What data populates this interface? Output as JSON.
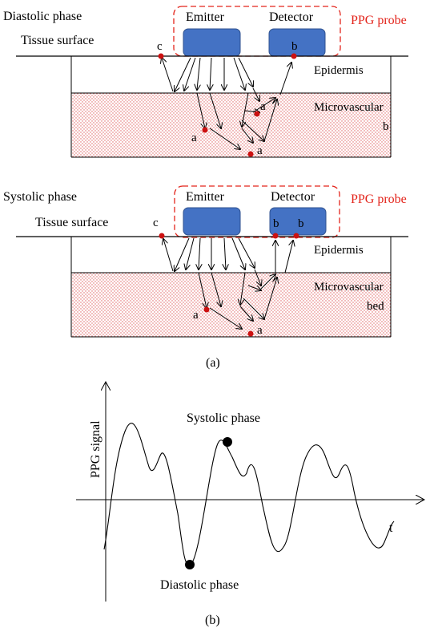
{
  "panel_a": {
    "caption": "(a)",
    "diastolic": {
      "phase_label": "Diastolic phase",
      "tissue_label": "Tissue surface",
      "emitter_label": "Emitter",
      "detector_label": "Detector",
      "probe_label": "PPG probe",
      "epidermis_label": "Epidermis",
      "bed_label_1": "Microvascular",
      "bed_label_2": "b",
      "point_c": "c",
      "point_b": "b",
      "point_a": [
        "a",
        "a",
        "a"
      ]
    },
    "systolic": {
      "phase_label": "Systolic phase",
      "tissue_label": "Tissue surface",
      "emitter_label": "Emitter",
      "detector_label": "Detector",
      "probe_label": "PPG probe",
      "epidermis_label": "Epidermis",
      "bed_label_1": "Microvascular",
      "bed_label_2": "bed",
      "point_c": "c",
      "point_b": [
        "b",
        "b"
      ],
      "point_a": [
        "a",
        "a"
      ]
    }
  },
  "panel_b": {
    "caption": "(b)",
    "y_axis_label": "PPG signal",
    "x_axis_label": "t",
    "systolic_label": "Systolic phase",
    "diastolic_label": "Diastolic phase"
  },
  "colors": {
    "probe_dash": "#e3241b",
    "emitter_fill": "#4472c4",
    "emitter_stroke": "#2f528f",
    "tissue_dots": "#e06060",
    "point_fill": "#cc1111"
  }
}
